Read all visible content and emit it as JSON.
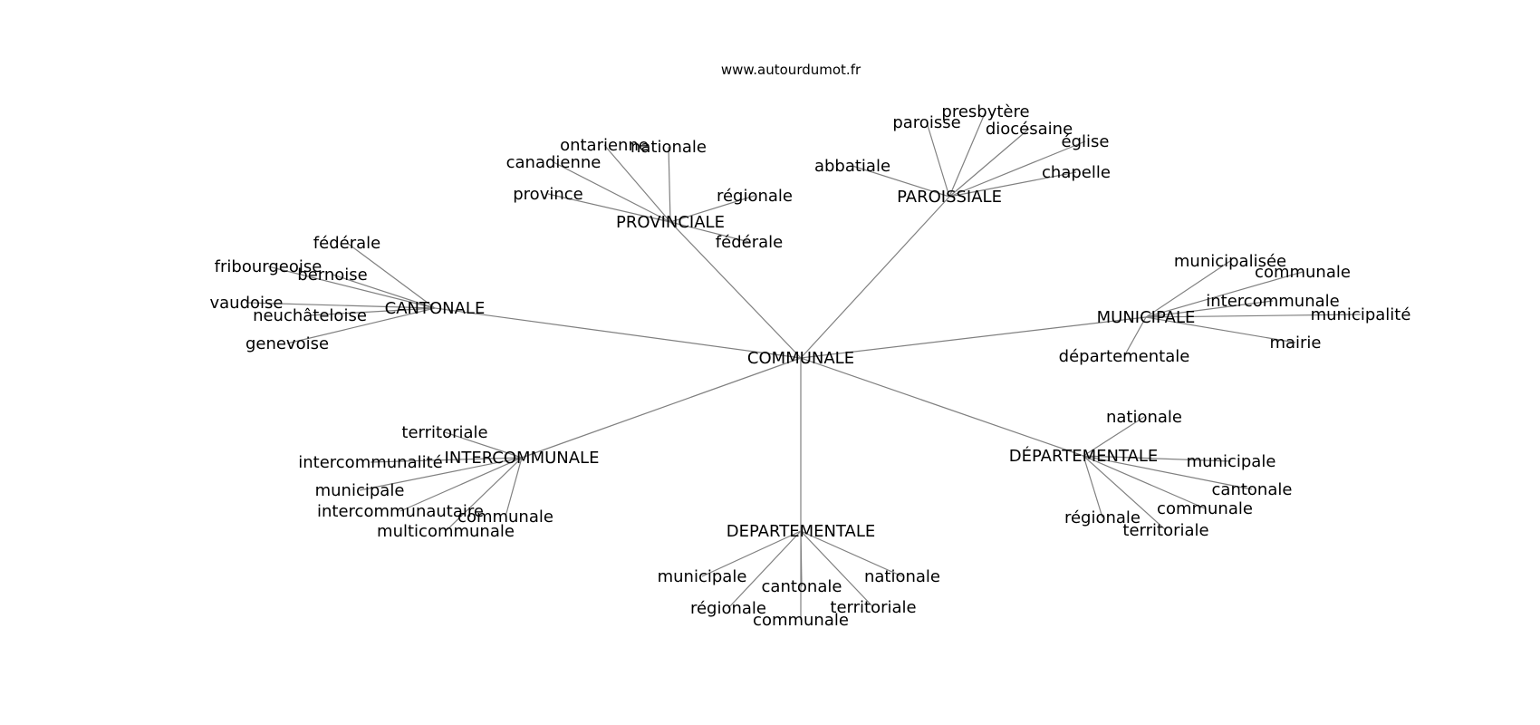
{
  "site_label": "www.autourdumot.fr",
  "center": "COMMUNALE",
  "clusters": [
    {
      "name": "CANTONALE",
      "leaves": [
        "fédérale",
        "fribourgeoise",
        "bernoise",
        "vaudoise",
        "neuchâteloise",
        "genevoise"
      ]
    },
    {
      "name": "PROVINCIALE",
      "leaves": [
        "ontarienne",
        "nationale",
        "canadienne",
        "province",
        "régionale",
        "fédérale"
      ]
    },
    {
      "name": "PAROISSIALE",
      "leaves": [
        "presbytère",
        "paroisse",
        "diocésaine",
        "église",
        "abbatiale",
        "chapelle"
      ]
    },
    {
      "name": "MUNICIPALE",
      "leaves": [
        "municipalisée",
        "communale",
        "intercommunale",
        "municipalité",
        "mairie",
        "départementale"
      ]
    },
    {
      "name": "DÉPARTEMENTALE",
      "leaves": [
        "nationale",
        "municipale",
        "cantonale",
        "communale",
        "territoriale",
        "régionale"
      ]
    },
    {
      "name": "DEPARTEMENTALE",
      "leaves": [
        "municipale",
        "nationale",
        "cantonale",
        "régionale",
        "territoriale",
        "communale"
      ]
    },
    {
      "name": "INTERCOMMUNALE",
      "leaves": [
        "territoriale",
        "intercommunalité",
        "municipale",
        "intercommunautaire",
        "communale",
        "multicommunale"
      ]
    }
  ]
}
